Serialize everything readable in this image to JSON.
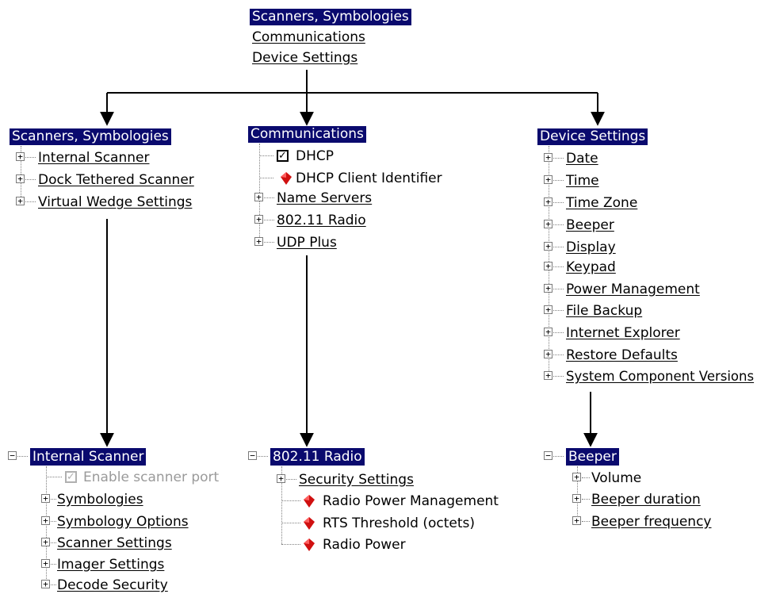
{
  "top_menu": {
    "item1": "Scanners, Symbologies",
    "item2": "Communications",
    "item3": "Device Settings"
  },
  "col1": {
    "header": "Scanners, Symbologies",
    "items": [
      "Internal Scanner",
      "Dock Tethered Scanner",
      "Virtual Wedge Settings"
    ]
  },
  "col2": {
    "header": "Communications",
    "checkbox_item": "DHCP",
    "gem_item": "DHCP Client Identifier",
    "items": [
      "Name Servers",
      "802.11 Radio",
      "UDP Plus"
    ]
  },
  "col3": {
    "header": "Device Settings",
    "items": [
      "Date",
      "Time",
      "Time Zone",
      "Beeper",
      "Display",
      "Keypad",
      "Power Management",
      "File Backup",
      "Internet Explorer",
      "Restore Defaults",
      "System Component Versions"
    ]
  },
  "sub1": {
    "header": "Internal Scanner",
    "disabled_item": "Enable scanner port",
    "items": [
      "Symbologies",
      "Symbology Options",
      "Scanner Settings",
      "Imager Settings",
      "Decode Security"
    ]
  },
  "sub2": {
    "header": "802.11 Radio",
    "items": [
      "Security Settings"
    ],
    "gem_items": [
      "Radio Power Management",
      "RTS Threshold (octets)",
      "Radio Power"
    ]
  },
  "sub3": {
    "header": "Beeper",
    "items": [
      "Volume",
      "Beeper duration",
      "Beeper frequency"
    ]
  },
  "icons": {
    "expand": "plus-box-icon",
    "collapse": "minus-box-icon",
    "checkbox": "checkbox-icon",
    "setting": "red-gem-icon"
  },
  "colors": {
    "highlight": "#0a0a6e",
    "gem": "#d01010"
  }
}
